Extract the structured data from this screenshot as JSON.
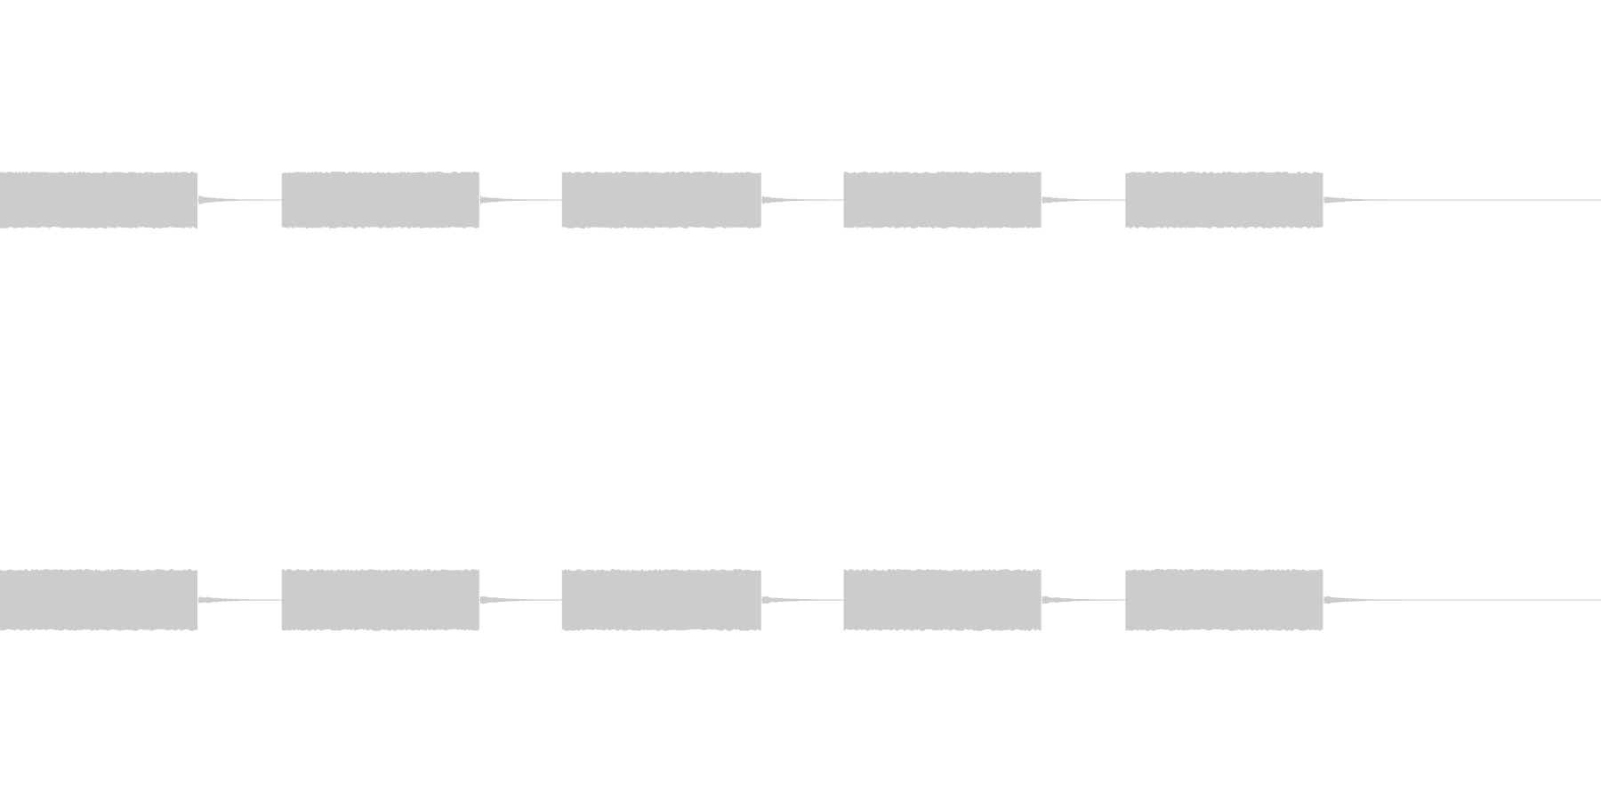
{
  "waveform": {
    "color": "#cccccc",
    "background": "#ffffff",
    "duration_fraction_used": 0.87,
    "channels": [
      {
        "channel": "left",
        "pulses": [
          {
            "start": 0.0,
            "end": 0.124,
            "amplitude": 0.46
          },
          {
            "start": 0.176,
            "end": 0.3,
            "amplitude": 0.46
          },
          {
            "start": 0.351,
            "end": 0.476,
            "amplitude": 0.46
          },
          {
            "start": 0.527,
            "end": 0.651,
            "amplitude": 0.46
          },
          {
            "start": 0.703,
            "end": 0.827,
            "amplitude": 0.46
          }
        ],
        "tail_length": 0.042,
        "tail_amplitude": 0.06
      },
      {
        "channel": "right",
        "pulses": [
          {
            "start": 0.0,
            "end": 0.124,
            "amplitude": 0.5
          },
          {
            "start": 0.176,
            "end": 0.3,
            "amplitude": 0.5
          },
          {
            "start": 0.351,
            "end": 0.476,
            "amplitude": 0.5
          },
          {
            "start": 0.527,
            "end": 0.651,
            "amplitude": 0.5
          },
          {
            "start": 0.703,
            "end": 0.827,
            "amplitude": 0.5
          }
        ],
        "tail_length": 0.049,
        "tail_amplitude": 0.06
      }
    ]
  }
}
